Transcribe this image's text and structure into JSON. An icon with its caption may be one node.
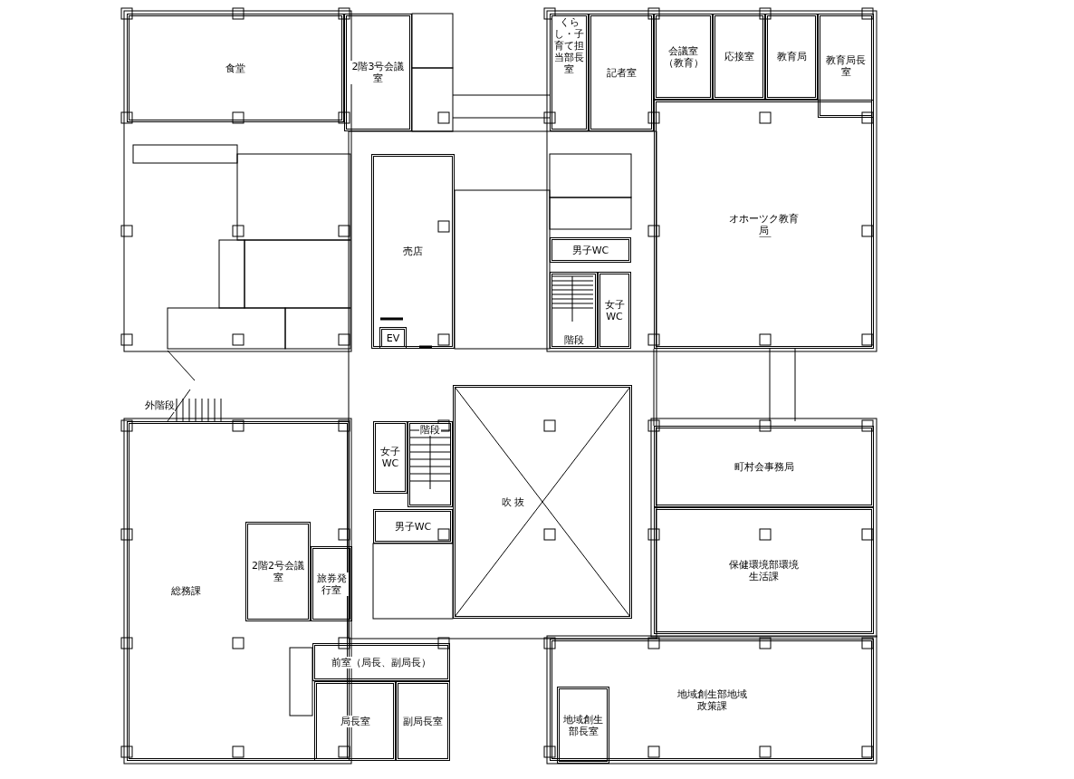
{
  "diagram": {
    "nodes": [
      {
        "text": [
          "食堂"
        ]
      },
      {
        "text": [
          "2階3号会議室"
        ]
      },
      {
        "text": [
          "くらし・子育て担当部長室"
        ]
      },
      {
        "text": [
          "記者室"
        ]
      },
      {
        "text": [
          "会議室（教育）"
        ]
      },
      {
        "text": [
          "応接室"
        ]
      },
      {
        "text": [
          "教育局"
        ]
      },
      {
        "text": [
          "教育局長室"
        ]
      },
      {
        "text": [
          "オホーツク教育局"
        ]
      },
      {
        "text": [
          "売店"
        ]
      },
      {
        "text": [
          "EV"
        ],
        "in": 9
      },
      {
        "text": [
          "男子WC"
        ]
      },
      {
        "text": [
          "女子WC"
        ]
      },
      {
        "text": [
          "階段"
        ]
      },
      {
        "text": [
          "女子WC"
        ]
      },
      {
        "text": [
          "階段"
        ]
      },
      {
        "text": [
          "男子WC"
        ]
      },
      {
        "text": [
          "吹 抜"
        ]
      },
      {
        "text": [
          "町村会事務局"
        ]
      },
      {
        "text": [
          "保健環境部環境生活課"
        ]
      },
      {
        "text": [
          "総務課"
        ]
      },
      {
        "text": [
          "2階2号会議室"
        ],
        "in": 20
      },
      {
        "text": [
          "旅券発行室"
        ],
        "in": 20
      },
      {
        "text": [
          "前室（局長、副局長）"
        ]
      },
      {
        "text": [
          "局長室"
        ]
      },
      {
        "text": [
          "副局長室"
        ]
      },
      {
        "text": [
          "地域創生部地域政策課"
        ]
      },
      {
        "text": [
          "地域創生部長室"
        ],
        "in": 26
      }
    ],
    "labels": [
      "外階段"
    ]
  }
}
